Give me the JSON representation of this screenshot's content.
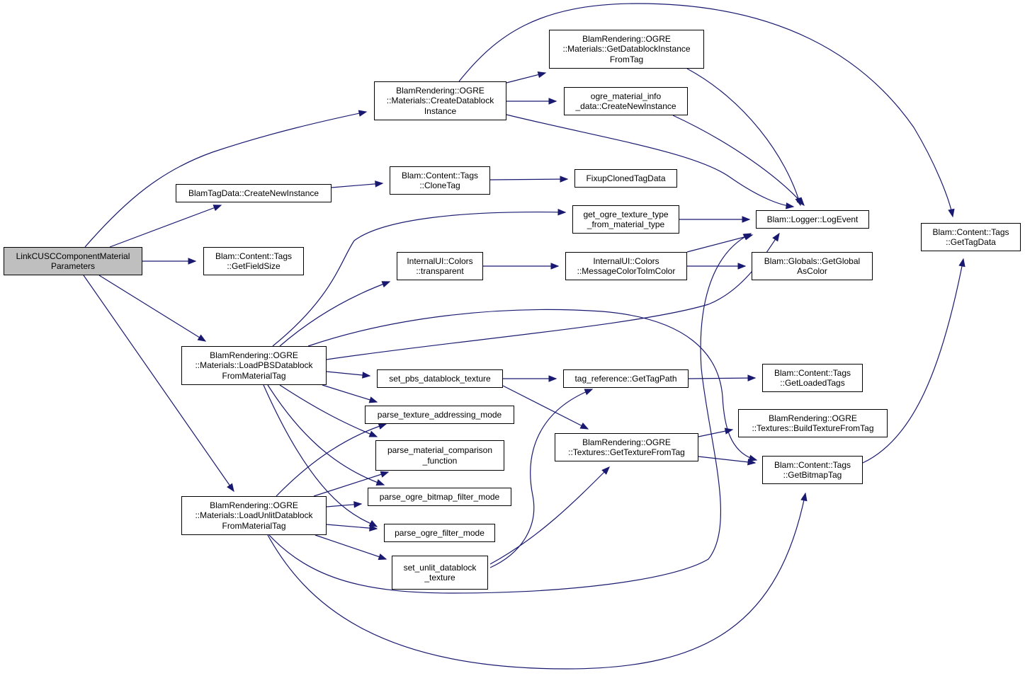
{
  "colors": {
    "edge": "#191970",
    "root_fill": "#bfbfbf",
    "node_fill": "#ffffff",
    "border": "#000000"
  },
  "nodes": {
    "root": {
      "lines": [
        "LinkCUSCComponentMaterial",
        "Parameters"
      ]
    },
    "createDb": {
      "lines": [
        "BlamRendering::OGRE",
        "::Materials::CreateDatablock",
        "Instance"
      ]
    },
    "btdCreate": {
      "lines": [
        "BlamTagData::CreateNewInstance"
      ]
    },
    "fieldSize": {
      "lines": [
        "Blam::Content::Tags",
        "::GetFieldSize"
      ]
    },
    "loadPbs": {
      "lines": [
        "BlamRendering::OGRE",
        "::Materials::LoadPBSDatablock",
        "FromMaterialTag"
      ]
    },
    "loadUnlit": {
      "lines": [
        "BlamRendering::OGRE",
        "::Materials::LoadUnlitDatablock",
        "FromMaterialTag"
      ]
    },
    "getDbInst": {
      "lines": [
        "BlamRendering::OGRE",
        "::Materials::GetDatablockInstance",
        "FromTag"
      ]
    },
    "omiCreate": {
      "lines": [
        "ogre_material_info",
        "_data::CreateNewInstance"
      ]
    },
    "cloneTag": {
      "lines": [
        "Blam::Content::Tags",
        "::CloneTag"
      ]
    },
    "fixup": {
      "lines": [
        "FixupClonedTagData"
      ]
    },
    "texType": {
      "lines": [
        "get_ogre_texture_type",
        "_from_material_type"
      ]
    },
    "transparent": {
      "lines": [
        "InternalUI::Colors",
        "::transparent"
      ]
    },
    "msgColor": {
      "lines": [
        "InternalUI::Colors",
        "::MessageColorToImColor"
      ]
    },
    "setPbs": {
      "lines": [
        "set_pbs_datablock_texture"
      ]
    },
    "addrMode": {
      "lines": [
        "parse_texture_addressing_mode"
      ]
    },
    "cmpFunc": {
      "lines": [
        "parse_material_comparison",
        "_function"
      ]
    },
    "bmpFilter": {
      "lines": [
        "parse_ogre_bitmap_filter_mode"
      ]
    },
    "filterMode": {
      "lines": [
        "parse_ogre_filter_mode"
      ]
    },
    "setUnlit": {
      "lines": [
        "set_unlit_datablock",
        "_texture"
      ]
    },
    "tagPath": {
      "lines": [
        "tag_reference::GetTagPath"
      ]
    },
    "getTex": {
      "lines": [
        "BlamRendering::OGRE",
        "::Textures::GetTextureFromTag"
      ]
    },
    "logEvent": {
      "lines": [
        "Blam::Logger::LogEvent"
      ]
    },
    "globalColor": {
      "lines": [
        "Blam::Globals::GetGlobal",
        "AsColor"
      ]
    },
    "loadedTags": {
      "lines": [
        "Blam::Content::Tags",
        "::GetLoadedTags"
      ]
    },
    "buildTex": {
      "lines": [
        "BlamRendering::OGRE",
        "::Textures::BuildTextureFromTag"
      ]
    },
    "bitmapTag": {
      "lines": [
        "Blam::Content::Tags",
        "::GetBitmapTag"
      ]
    },
    "tagData": {
      "lines": [
        "Blam::Content::Tags",
        "::GetTagData"
      ]
    }
  },
  "edges": [
    [
      "root",
      "createDb"
    ],
    [
      "root",
      "btdCreate"
    ],
    [
      "root",
      "fieldSize"
    ],
    [
      "root",
      "loadPbs"
    ],
    [
      "root",
      "loadUnlit"
    ],
    [
      "createDb",
      "getDbInst"
    ],
    [
      "createDb",
      "omiCreate"
    ],
    [
      "createDb",
      "logEvent"
    ],
    [
      "createDb",
      "tagData"
    ],
    [
      "getDbInst",
      "logEvent"
    ],
    [
      "omiCreate",
      "logEvent"
    ],
    [
      "btdCreate",
      "cloneTag"
    ],
    [
      "cloneTag",
      "fixup"
    ],
    [
      "loadPbs",
      "texType"
    ],
    [
      "loadPbs",
      "transparent"
    ],
    [
      "loadPbs",
      "logEvent"
    ],
    [
      "loadPbs",
      "bitmapTag"
    ],
    [
      "loadPbs",
      "setPbs"
    ],
    [
      "loadPbs",
      "addrMode"
    ],
    [
      "loadPbs",
      "cmpFunc"
    ],
    [
      "loadPbs",
      "bmpFilter"
    ],
    [
      "loadPbs",
      "filterMode"
    ],
    [
      "texType",
      "logEvent"
    ],
    [
      "transparent",
      "msgColor"
    ],
    [
      "msgColor",
      "logEvent"
    ],
    [
      "msgColor",
      "globalColor"
    ],
    [
      "setPbs",
      "tagPath"
    ],
    [
      "setPbs",
      "getTex"
    ],
    [
      "tagPath",
      "loadedTags"
    ],
    [
      "getTex",
      "buildTex"
    ],
    [
      "getTex",
      "bitmapTag"
    ],
    [
      "bitmapTag",
      "tagData"
    ],
    [
      "loadUnlit",
      "addrMode"
    ],
    [
      "loadUnlit",
      "cmpFunc"
    ],
    [
      "loadUnlit",
      "bmpFilter"
    ],
    [
      "loadUnlit",
      "filterMode"
    ],
    [
      "loadUnlit",
      "setUnlit"
    ],
    [
      "loadUnlit",
      "logEvent"
    ],
    [
      "loadUnlit",
      "bitmapTag"
    ],
    [
      "setUnlit",
      "tagPath"
    ],
    [
      "setUnlit",
      "getTex"
    ]
  ]
}
